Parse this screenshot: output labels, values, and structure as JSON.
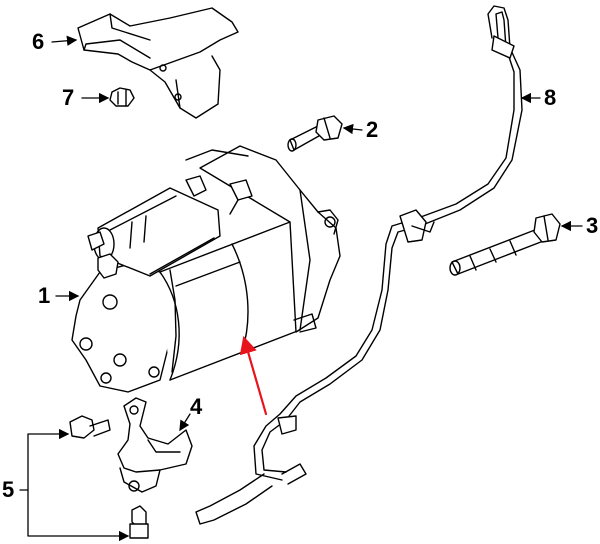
{
  "callouts": {
    "c1": "1",
    "c2": "2",
    "c3": "3",
    "c4": "4",
    "c5": "5",
    "c6": "6",
    "c7": "7",
    "c8": "8"
  },
  "colors": {
    "line": "#000000",
    "highlight_arrow": "#e8141b",
    "background": "#ffffff"
  }
}
